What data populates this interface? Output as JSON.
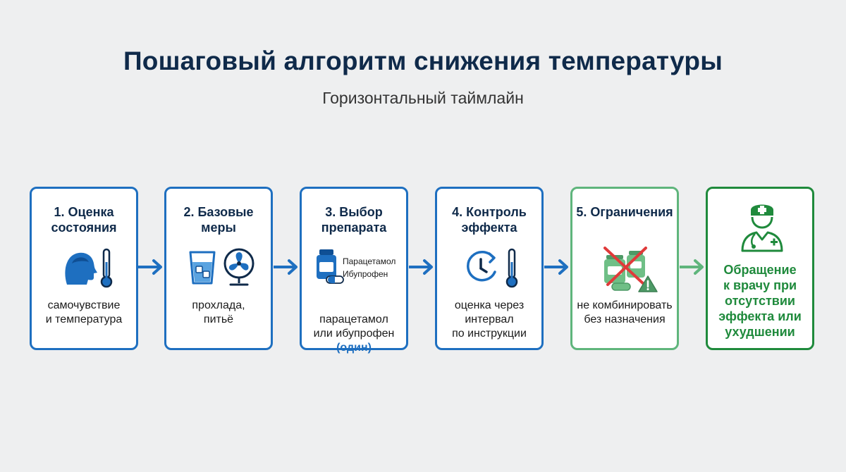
{
  "title": "Пошаговый алгоритм снижения температуры",
  "subtitle": "Горизонтальный таймлайн",
  "steps": [
    {
      "title": "1. Оценка\nсостояния",
      "text": "самочувствие\nи температура"
    },
    {
      "title": "2. Базовые\nмеры",
      "text": "прохлада,\nпитьё"
    },
    {
      "title": "3. Выбор\nпрепарата",
      "text": "парацетамол\nили ибупрофен",
      "highlight": "(один)",
      "drugs": "Парацетамол\nИбупрофен"
    },
    {
      "title": "4. Контроль\nэффекта",
      "text": "оценка через\nинтервал\nпо инструкции"
    },
    {
      "title": "5. Ограничения",
      "text": "не комбинировать\nбез назначения"
    }
  ],
  "final": {
    "text": "Обращение\nк врачу при\nотсутствии\nэффекта или\nухудшении"
  },
  "icons": [
    "person-head-icon",
    "thermometer-icon",
    "water-glass-icon",
    "fan-icon",
    "pill-bottle-icon",
    "capsule-icon",
    "clock-icon",
    "crossed-medicines-icon",
    "warning-icon",
    "doctor-icon"
  ],
  "colors": {
    "blue": "#1e6fc0",
    "light_green": "#5fb57c",
    "dark_green": "#1f8a3c",
    "title": "#0f2a4a"
  }
}
